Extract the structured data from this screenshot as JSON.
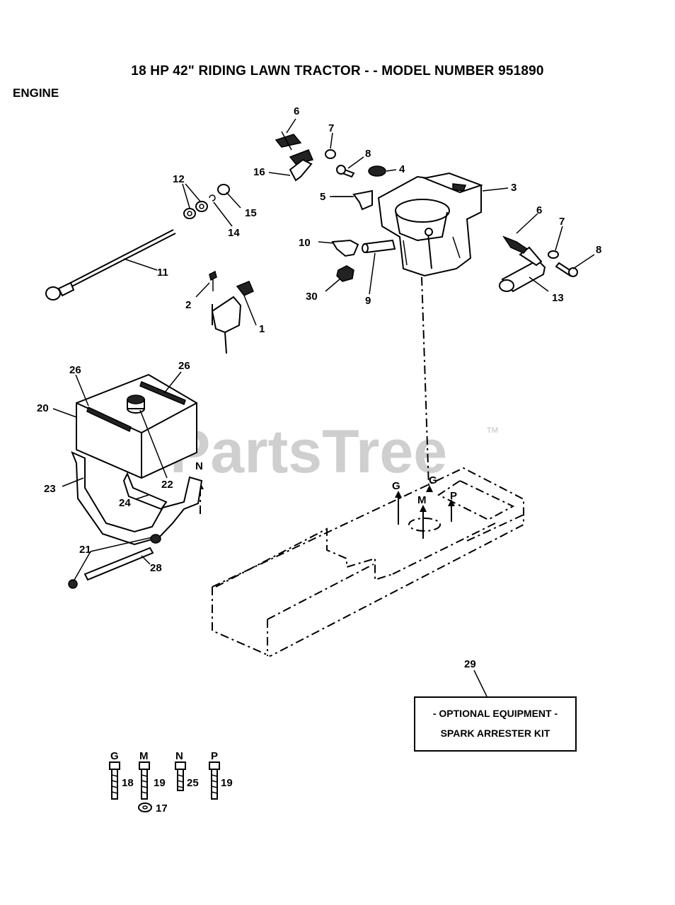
{
  "title": "18 HP 42\" RIDING LAWN TRACTOR - - MODEL NUMBER 951890",
  "section": "ENGINE",
  "watermark": "PartsTree",
  "trademark": "TM",
  "callouts": {
    "c1": "1",
    "c2": "2",
    "c3": "3",
    "c4": "4",
    "c5": "5",
    "c6a": "6",
    "c6b": "6",
    "c7a": "7",
    "c7b": "7",
    "c8a": "8",
    "c8b": "8",
    "c9": "9",
    "c10": "10",
    "c11": "11",
    "c12": "12",
    "c13": "13",
    "c14": "14",
    "c15": "15",
    "c16": "16",
    "c17": "17",
    "c18": "18",
    "c19a": "19",
    "c19b": "19",
    "c20": "20",
    "c21": "21",
    "c22": "22",
    "c23": "23",
    "c24": "24",
    "c25": "25",
    "c26a": "26",
    "c26b": "26",
    "c28": "28",
    "c29": "29",
    "c30": "30"
  },
  "letters": {
    "g1": "G",
    "g2": "G",
    "m1": "M",
    "p1": "P",
    "n1": "N",
    "kg": "G",
    "km": "M",
    "kn": "N",
    "kp": "P"
  },
  "optional_box": {
    "line1": "- OPTIONAL EQUIPMENT -",
    "line2": "SPARK ARRESTER KIT"
  }
}
